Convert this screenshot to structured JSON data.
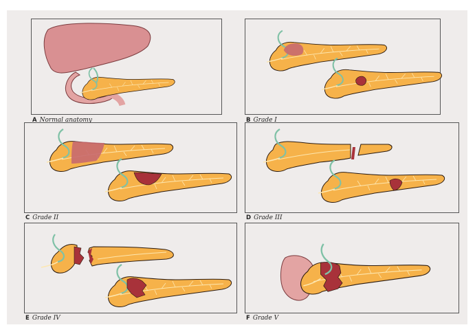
{
  "panels": [
    {
      "letter": "A",
      "caption": "Normal anatomy"
    },
    {
      "letter": "B",
      "caption": "Grade I"
    },
    {
      "letter": "C",
      "caption": "Grade II"
    },
    {
      "letter": "D",
      "caption": "Grade III"
    },
    {
      "letter": "E",
      "caption": "Grade IV"
    },
    {
      "letter": "F",
      "caption": "Grade V"
    }
  ],
  "colors": {
    "background": "#efeceb",
    "pancreas": "#f6b24a",
    "pancreas_outline": "#2a1a10",
    "duct": "#fde7b0",
    "bile_duct": "#7fc1a6",
    "injury": "#a8323a",
    "contusion": "#c8696f",
    "liver": "#d99092",
    "duodenum": "#e3a4a3"
  }
}
